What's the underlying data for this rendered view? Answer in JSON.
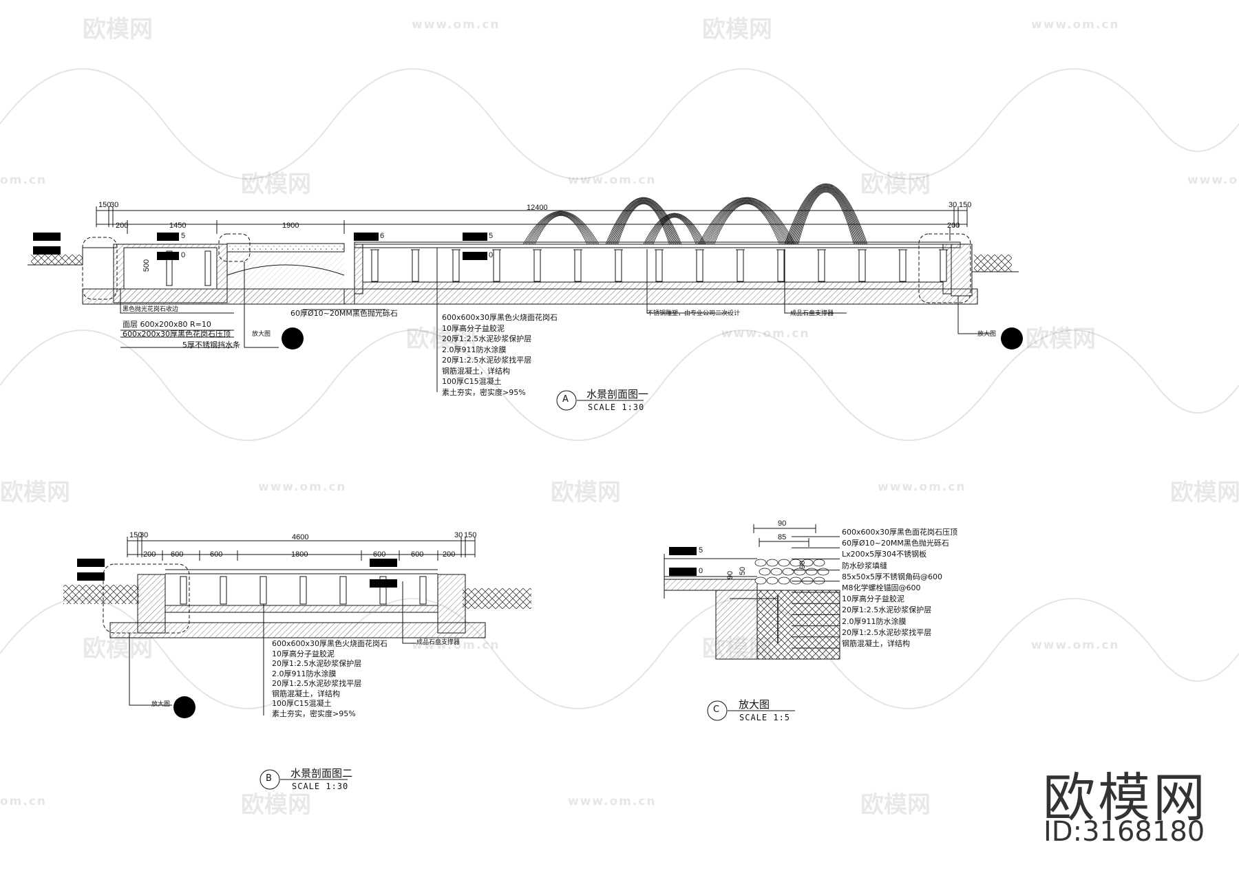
{
  "watermarks": {
    "brand_cn": "欧模网",
    "url": "www.om.cn",
    "partial_url": "om.cn"
  },
  "brand": {
    "name": "欧模网",
    "id": "ID:3168180"
  },
  "section_a": {
    "letter": "A",
    "title": "水景剖面图一",
    "scale": "SCALE 1:30",
    "dims": {
      "d1": "150",
      "d2": "30",
      "d3": "12400",
      "d4": "30",
      "d5": "150",
      "d6": "200",
      "d7": "1450",
      "d8": "1900",
      "d9": "200",
      "d10": "500"
    },
    "marks": {
      "m1": "5",
      "m2": "0",
      "m3": "6",
      "m4": "5",
      "m5": "0"
    },
    "notes": [
      "60厚Ø10~20MM黑色抛光砾石",
      "600x600x30厚黑色火烧面花岗石",
      "10厚高分子益胶泥",
      "20厚1:2.5水泥砂浆保护层",
      "2.0厚911防水涂膜",
      "20厚1:2.5水泥砂浆找平层",
      "钢筋混凝土，详结构",
      "100厚C15混凝土",
      "素土夯实，密实度>95%"
    ],
    "left_notes": [
      "黑色抛光花岗石收边",
      "面层 600x200x80 R=10",
      "600x200x30厚黑色花岗石压顶",
      "5厚不锈钢挡水条"
    ],
    "mid_notes": [
      "不锈钢雕塑，由专业公司二次设计",
      "成品石盘支撑器"
    ],
    "callout_left": "放大图",
    "callout_right": "放大图"
  },
  "section_b": {
    "letter": "B",
    "title": "水景剖面图二",
    "scale": "SCALE 1:30",
    "dims": {
      "d1": "150",
      "d2": "30",
      "d3": "4600",
      "d4": "30",
      "d5": "150",
      "d6": "200",
      "d7": "600",
      "d8": "600",
      "d9": "1800",
      "d10": "600",
      "d11": "600",
      "d12": "200"
    },
    "notes": [
      "600x600x30厚黑色火烧面花岗石",
      "10厚高分子益胶泥",
      "20厚1:2.5水泥砂浆保护层",
      "2.0厚911防水涂膜",
      "20厚1:2.5水泥砂浆找平层",
      "钢筋混凝土，详结构",
      "100厚C15混凝土",
      "素土夯实，密实度>95%"
    ],
    "side_note": "成品石盘支撑器",
    "callout": "放大图"
  },
  "section_c": {
    "letter": "C",
    "title": "放大图",
    "scale": "SCALE 1:5",
    "dims": {
      "d1": "90",
      "d2": "85",
      "d3": "50",
      "d4": "90",
      "d5": "90"
    },
    "marks": {
      "m1": "5",
      "m2": "0"
    },
    "notes": [
      "600x600x30厚黑色面花岗石压顶",
      "60厚Ø10~20MM黑色抛光砾石",
      "Lx200x5厚304不锈钢板",
      "防水砂浆填缝",
      "85x50x5厚不锈钢角码@600",
      "M8化学螺栓锚固@600",
      "10厚高分子益胶泥",
      "20厚1:2.5水泥砂浆保护层",
      "2.0厚911防水涂膜",
      "20厚1:2.5水泥砂浆找平层",
      "钢筋混凝土，详结构"
    ]
  }
}
